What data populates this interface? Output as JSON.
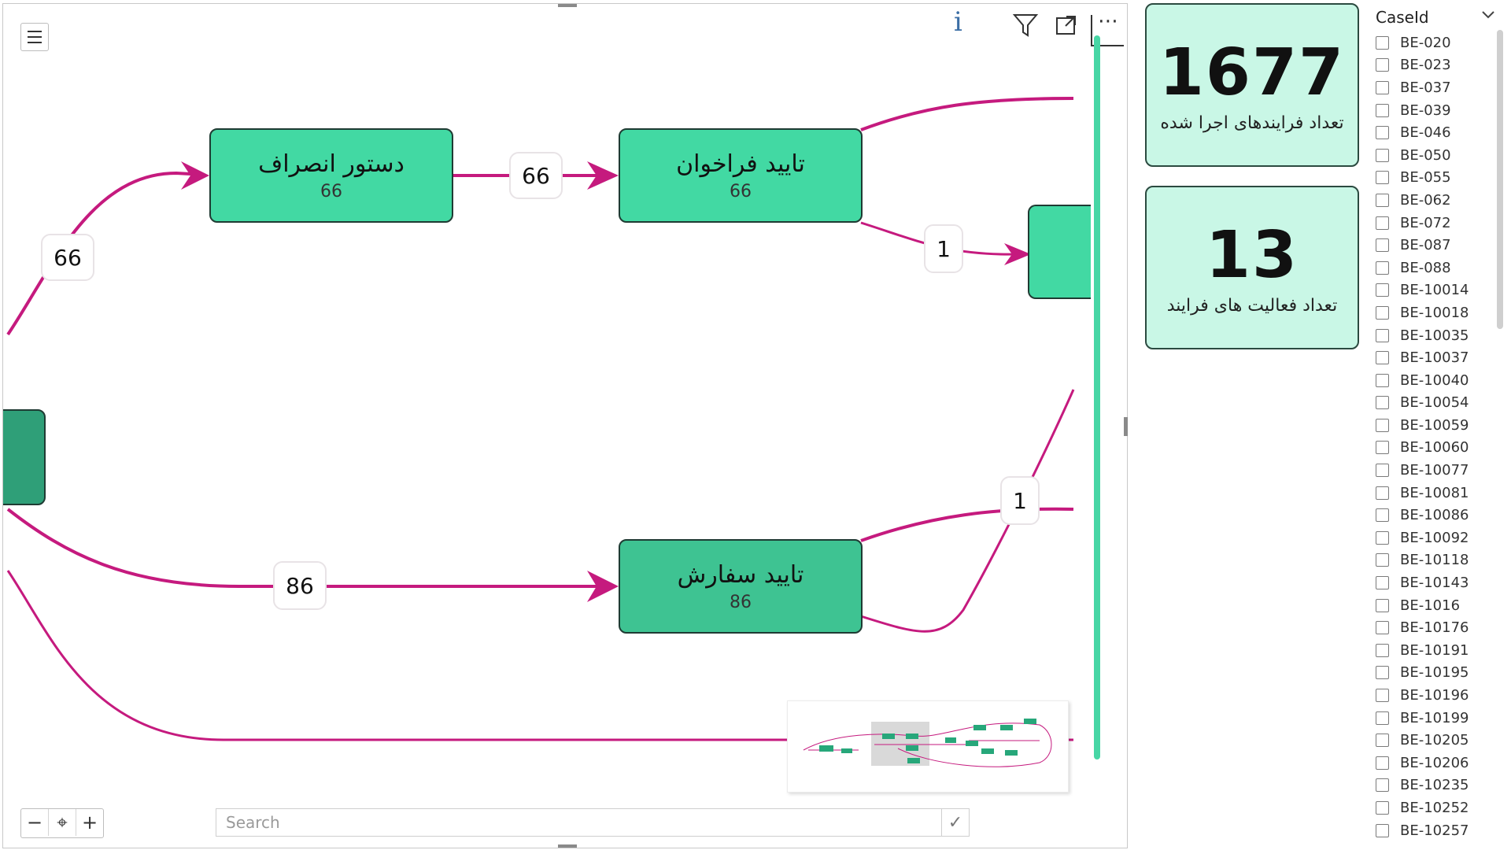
{
  "toolbar": {
    "info_icon": "info-icon",
    "filter_icon": "filter-icon",
    "focus_icon": "focus-mode-icon",
    "more_icon": "more-options-icon"
  },
  "colors": {
    "node_fill": "#42d9a3",
    "node_fill_dark": "#2f9f78",
    "edge": "#c51a7e",
    "scroll_accent": "#47d6a5",
    "kpi_fill": "#c9f7e6"
  },
  "process_map": {
    "nodes": [
      {
        "name": "دستور انصراف",
        "count": "66"
      },
      {
        "name": "تایید فراخوان",
        "count": "66"
      },
      {
        "name": "تایید سفارش",
        "count": "86"
      }
    ],
    "edge_labels": [
      "66",
      "66",
      "1",
      "86",
      "1"
    ]
  },
  "search": {
    "placeholder": "Search"
  },
  "zoom": {
    "minus": "−",
    "locate": "⌖",
    "plus": "+"
  },
  "kpis": [
    {
      "value": "1677",
      "caption": "تعداد فرایندهای اجرا شده"
    },
    {
      "value": "13",
      "caption": "تعداد فعالیت های فرایند"
    }
  ],
  "slicer": {
    "title": "CaseId",
    "items": [
      "BE-020",
      "BE-023",
      "BE-037",
      "BE-039",
      "BE-046",
      "BE-050",
      "BE-055",
      "BE-062",
      "BE-072",
      "BE-087",
      "BE-088",
      "BE-10014",
      "BE-10018",
      "BE-10035",
      "BE-10037",
      "BE-10040",
      "BE-10054",
      "BE-10059",
      "BE-10060",
      "BE-10077",
      "BE-10081",
      "BE-10086",
      "BE-10092",
      "BE-10118",
      "BE-10143",
      "BE-1016",
      "BE-10176",
      "BE-10191",
      "BE-10195",
      "BE-10196",
      "BE-10199",
      "BE-10205",
      "BE-10206",
      "BE-10235",
      "BE-10252",
      "BE-10257"
    ]
  }
}
